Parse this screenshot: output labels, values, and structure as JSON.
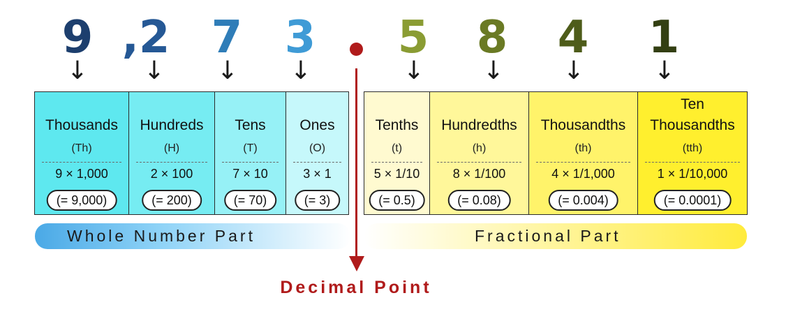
{
  "digits": [
    {
      "text": "9",
      "color": "#1d3f6e"
    },
    {
      "text": ",2",
      "color": "#255895"
    },
    {
      "text": "7",
      "color": "#2f7db8"
    },
    {
      "text": "3",
      "color": "#3f9bd6"
    },
    {
      "text": "5",
      "color": "#8a9c33"
    },
    {
      "text": "8",
      "color": "#6a7a24"
    },
    {
      "text": "4",
      "color": "#4e5c1a"
    },
    {
      "text": "1",
      "color": "#333f12"
    }
  ],
  "arrow_glyph": "↓",
  "places": [
    {
      "name": "Thousands",
      "abbr": "(Th)",
      "expr": "9 × 1,000",
      "result": "(= 9,000)",
      "bg": "#5ee8ef"
    },
    {
      "name": "Hundreds",
      "abbr": "(H)",
      "expr": "2 × 100",
      "result": "(= 200)",
      "bg": "#76ecf2"
    },
    {
      "name": "Tens",
      "abbr": "(T)",
      "expr": "7 × 10",
      "result": "(= 70)",
      "bg": "#96f1f6"
    },
    {
      "name": "Ones",
      "abbr": "(O)",
      "expr": "3 × 1",
      "result": "(= 3)",
      "bg": "#c6f8fb"
    },
    {
      "name": "Tenths",
      "abbr": "(t)",
      "expr": "5 × 1/10",
      "result": "(= 0.5)",
      "bg": "#fffad0"
    },
    {
      "name": "Hundredths",
      "abbr": "(h)",
      "expr": "8 × 1/100",
      "result": "(= 0.08)",
      "bg": "#fff79a"
    },
    {
      "name": "Thousandths",
      "abbr": "(th)",
      "expr": "4 × 1/1,000",
      "result": "(= 0.004)",
      "bg": "#fff36a"
    },
    {
      "name_line1": "Ten",
      "name": "Thousandths",
      "abbr": "(tth)",
      "expr": "1 × 1/10,000",
      "result": "(= 0.0001)",
      "bg": "#ffef2e"
    }
  ],
  "whole_part_label": "Whole Number Part",
  "fractional_part_label": "Fractional Part",
  "decimal_point_label": "Decimal Point"
}
